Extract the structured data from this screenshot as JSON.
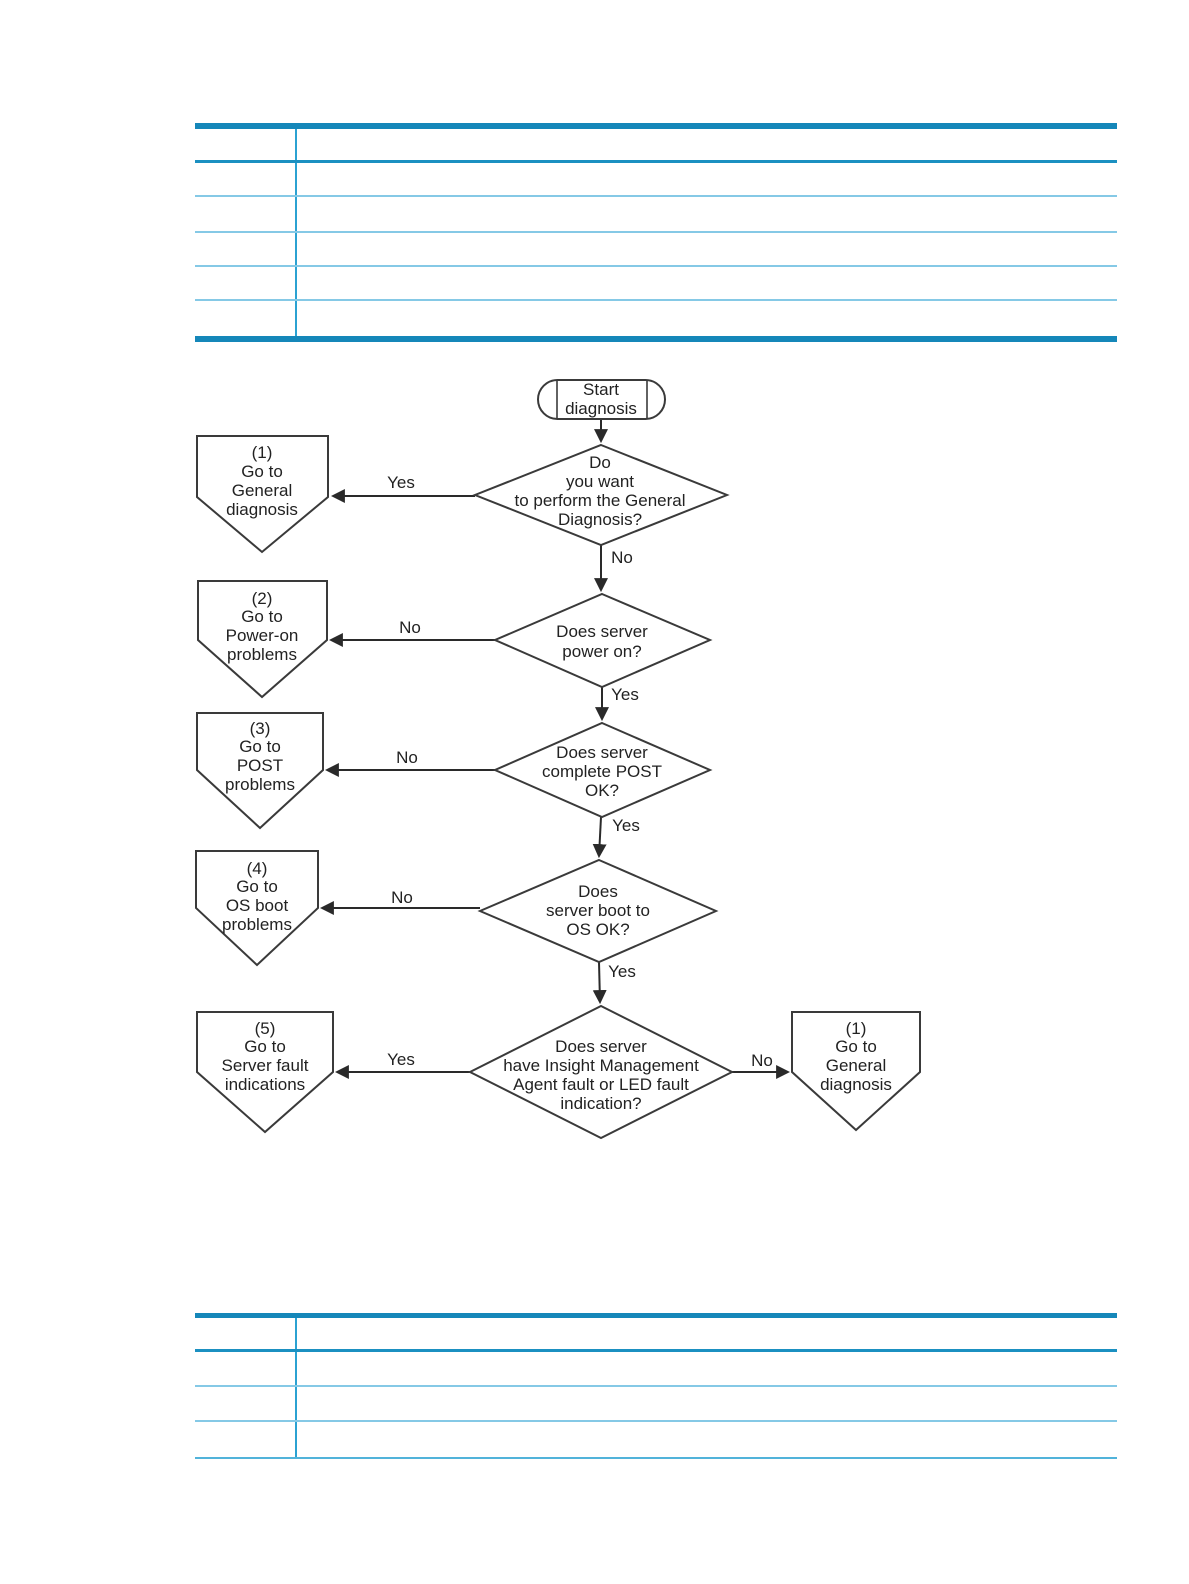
{
  "colors": {
    "table_border_strong": "#1587b9",
    "table_separator_light": "#85c9e6",
    "table_column_divider": "#2ba2d2",
    "flow_stroke": "#3a3a3a",
    "flow_text": "#222222",
    "page_background": "#ffffff"
  },
  "top_table": {
    "column_count": 2,
    "row_count": 6
  },
  "bottom_table": {
    "column_count": 2,
    "row_count": 4
  },
  "flowchart": {
    "start": {
      "lines": [
        "Start",
        "diagnosis"
      ]
    },
    "decisions": [
      {
        "lines": [
          "Do",
          "you want",
          "to perform the General",
          "Diagnosis?"
        ]
      },
      {
        "lines": [
          "Does server",
          "power on?"
        ]
      },
      {
        "lines": [
          "Does server",
          "complete POST",
          "OK?"
        ]
      },
      {
        "lines": [
          "Does",
          "server boot to",
          "OS OK?"
        ]
      },
      {
        "lines": [
          "Does server",
          "have Insight Management",
          "Agent fault or LED fault",
          "indication?"
        ]
      }
    ],
    "targets": [
      {
        "lines": [
          "(1)",
          "Go to",
          "General",
          "diagnosis"
        ]
      },
      {
        "lines": [
          "(2)",
          "Go to",
          "Power-on",
          "problems"
        ]
      },
      {
        "lines": [
          "(3)",
          "Go to",
          "POST",
          "problems"
        ]
      },
      {
        "lines": [
          "(4)",
          "Go to",
          "OS boot",
          "problems"
        ]
      },
      {
        "lines": [
          "(5)",
          "Go to",
          "Server fault",
          "indications"
        ]
      },
      {
        "lines": [
          "(1)",
          "Go to",
          "General",
          "diagnosis"
        ]
      }
    ],
    "edge_labels": {
      "d1_yes": "Yes",
      "d1_no": "No",
      "d2_no": "No",
      "d2_yes": "Yes",
      "d3_no": "No",
      "d3_yes": "Yes",
      "d4_no": "No",
      "d4_yes": "Yes",
      "d5_yes": "Yes",
      "d5_no": "No"
    }
  }
}
